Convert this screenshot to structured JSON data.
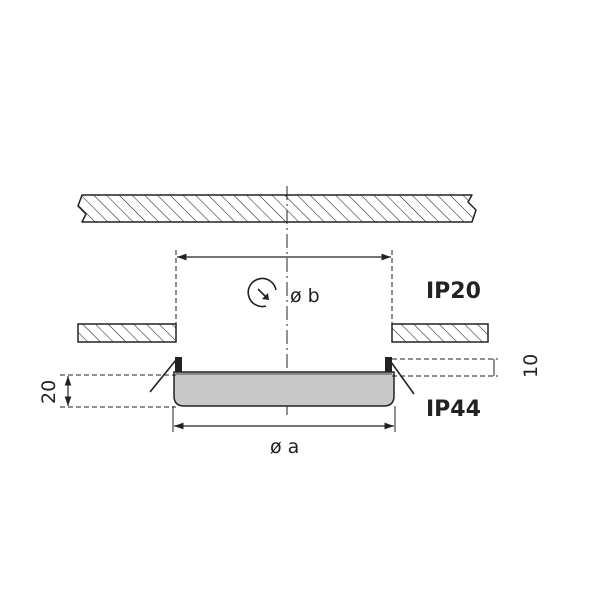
{
  "labels": {
    "diameter_b": "ø b",
    "diameter_a": "ø a",
    "protection_top": "IP20",
    "protection_bottom": "IP44",
    "height_total": "20",
    "height_recess": "10"
  },
  "colors": {
    "line": "#222222",
    "fixture_fill": "#c8c8c8",
    "background": "#ffffff"
  },
  "icons": [
    "rotation-arrow-icon"
  ]
}
